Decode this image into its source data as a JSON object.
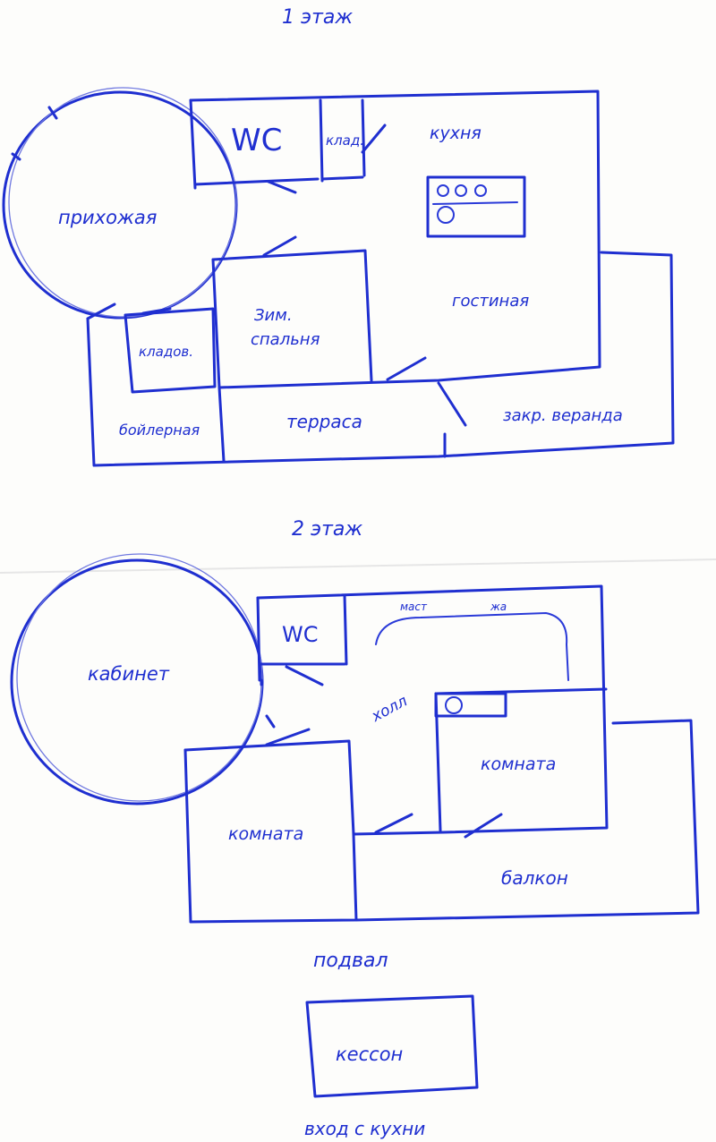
{
  "floors": {
    "first": {
      "title": "1 этаж",
      "rooms": {
        "entrance": "прихожая",
        "wc": "WC",
        "pantry_small": "клад.",
        "kitchen": "кухня",
        "living": "гостиная",
        "winter_bedroom_1": "Зим.",
        "winter_bedroom_2": "спальня",
        "storage": "кладов.",
        "boiler": "бойлерная",
        "terrace": "терраса",
        "veranda": "закр. веранда"
      }
    },
    "second": {
      "title": "2 этаж",
      "rooms": {
        "study": "кабинет",
        "wc": "WC",
        "stairs_1": "маст",
        "stairs_2": "жа",
        "hall": "холл",
        "room_right": "комната",
        "room_left": "комната",
        "balcony": "балкон"
      }
    },
    "basement": {
      "title": "подвал",
      "rooms": {
        "caisson": "кессон"
      },
      "note": "вход с кухни"
    }
  },
  "colors": {
    "ink": "#1f2fd0",
    "paper": "#fdfdfb"
  }
}
